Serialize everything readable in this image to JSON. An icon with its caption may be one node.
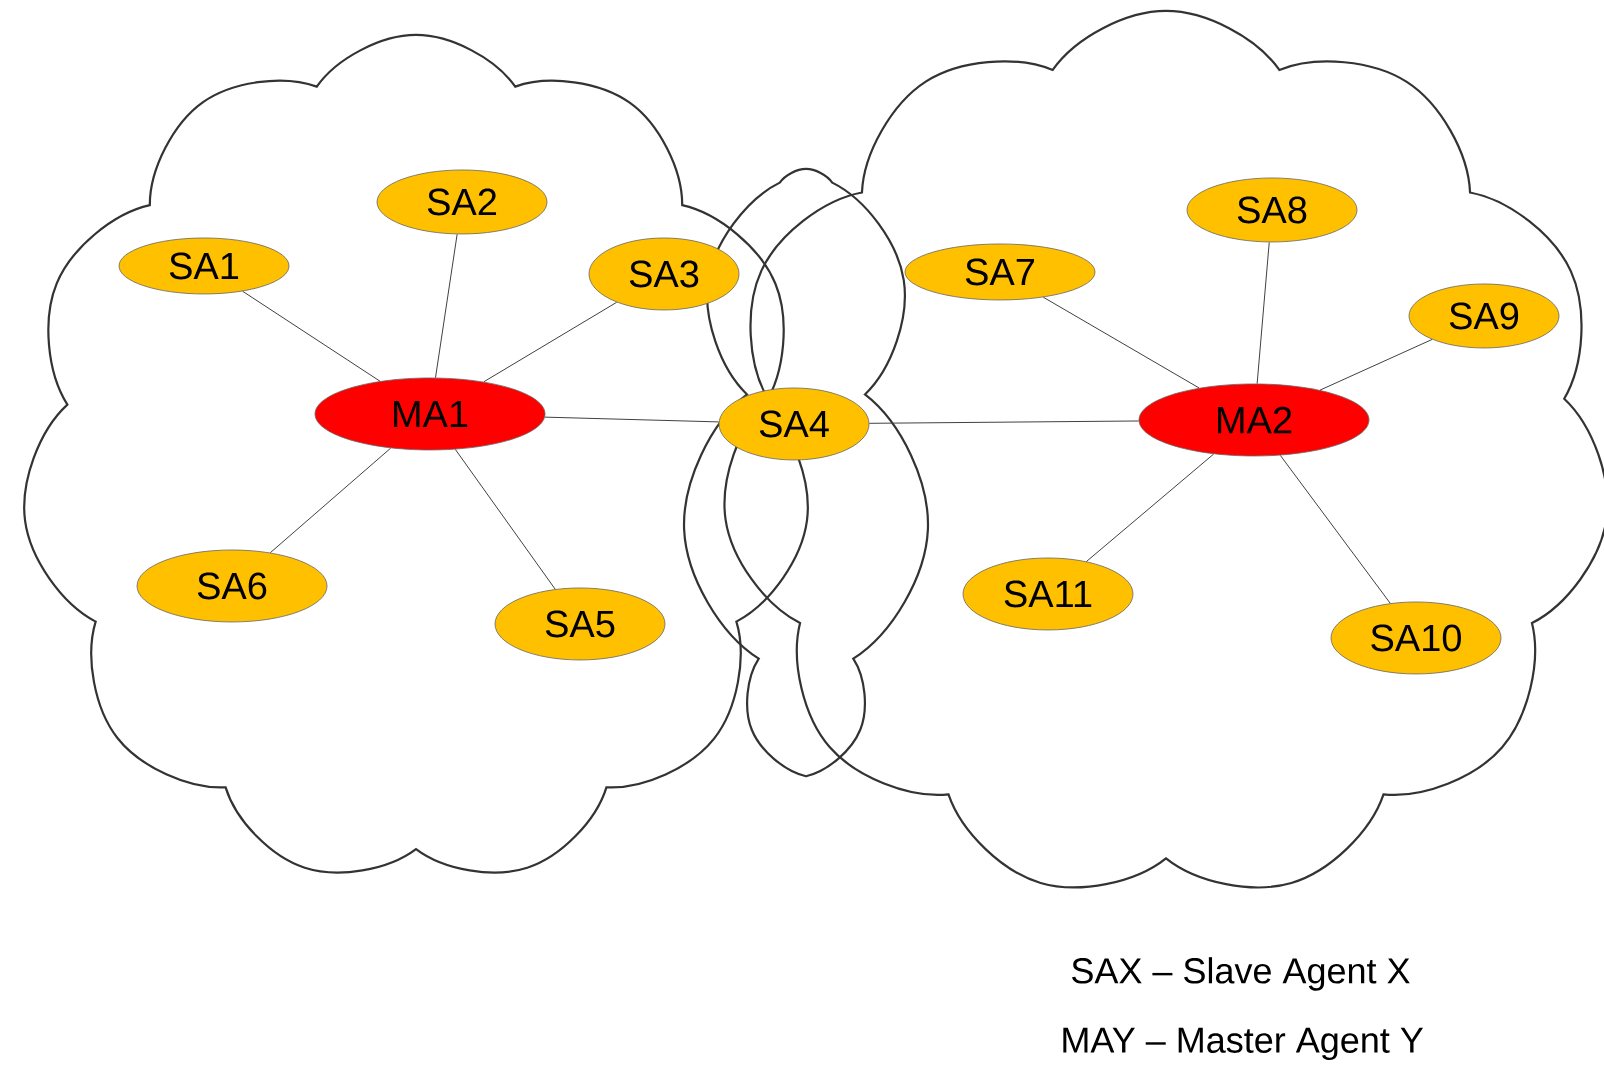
{
  "diagram": {
    "nodes": [
      {
        "text": [],
        "shape": "cloud"
      },
      {
        "text": [],
        "shape": "cloud"
      },
      {
        "text": [],
        "shape": "cloud"
      },
      {
        "text": [
          "SA1"
        ],
        "in": 0
      },
      {
        "text": [
          "SA2"
        ],
        "in": 0
      },
      {
        "text": [
          "SA3"
        ],
        "in": 0
      },
      {
        "text": [
          "MA1"
        ],
        "in": 0
      },
      {
        "text": [
          "SA4"
        ],
        "in": 1
      },
      {
        "text": [
          "SA6"
        ],
        "in": 0
      },
      {
        "text": [
          "SA5"
        ],
        "in": 0
      },
      {
        "text": [
          "SA7"
        ],
        "in": 2
      },
      {
        "text": [
          "SA8"
        ],
        "in": 2
      },
      {
        "text": [
          "SA9"
        ],
        "in": 2
      },
      {
        "text": [
          "MA2"
        ],
        "in": 2
      },
      {
        "text": [
          "SA11"
        ],
        "in": 2
      },
      {
        "text": [
          "SA10"
        ],
        "in": 2
      }
    ],
    "edges": [
      {
        "from": 6,
        "to": 3,
        "arrow": "none"
      },
      {
        "from": 6,
        "to": 4,
        "arrow": "none"
      },
      {
        "from": 6,
        "to": 5,
        "arrow": "none"
      },
      {
        "from": 6,
        "to": 7,
        "arrow": "none"
      },
      {
        "from": 6,
        "to": 8,
        "arrow": "none"
      },
      {
        "from": 6,
        "to": 9,
        "arrow": "none"
      },
      {
        "from": 13,
        "to": 7,
        "arrow": "none"
      },
      {
        "from": 13,
        "to": 10,
        "arrow": "none"
      },
      {
        "from": 13,
        "to": 11,
        "arrow": "none"
      },
      {
        "from": 13,
        "to": 12,
        "arrow": "none"
      },
      {
        "from": 13,
        "to": 14,
        "arrow": "none"
      },
      {
        "from": 13,
        "to": 15,
        "arrow": "none"
      }
    ],
    "labels": [
      "SAX – Slave Agent X",
      "MAY – Master Agent Y"
    ]
  }
}
